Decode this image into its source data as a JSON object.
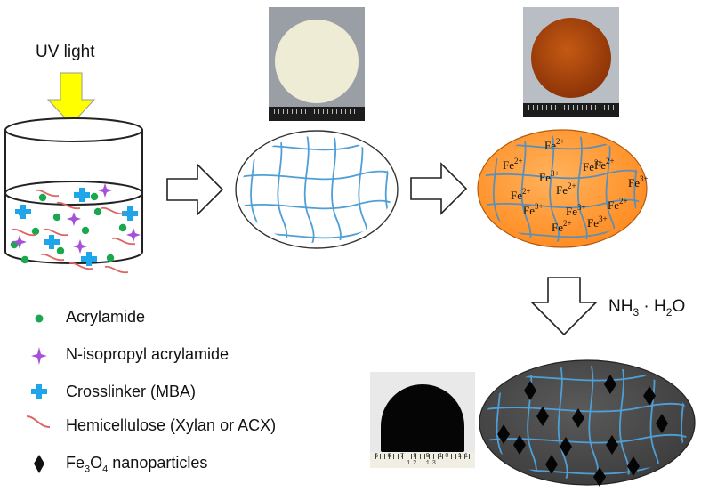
{
  "labels": {
    "uv_light": "UV light",
    "ammonia_main": "NH",
    "ammonia_sub": "3",
    "ammonia_rest": " · H",
    "ammonia_sub2": "2",
    "ammonia_end": "O"
  },
  "legend": [
    {
      "icon": "green-dot",
      "label": "Acrylamide"
    },
    {
      "icon": "purple-star",
      "label": "N-isopropyl acrylamide"
    },
    {
      "icon": "blue-cross",
      "label": "Crosslinker (MBA)"
    },
    {
      "icon": "red-curve",
      "label": "Hemicellulose (Xylan or ACX)"
    },
    {
      "icon": "black-diamond",
      "label_main": "Fe",
      "label_sub1": "3",
      "label_mid": "O",
      "label_sub2": "4",
      "label_rest": " nanoparticles"
    }
  ],
  "ions": {
    "fe2_main": "Fe",
    "fe2_sup": "2+",
    "fe3_main": "Fe",
    "fe3_sup": "3+"
  },
  "ruler": {
    "bottom_numbers": "5 6 7 8 9 10 11 12 13"
  },
  "colors": {
    "uv_arrow": "#ffff00",
    "network_line": "#4f9fd6",
    "orange_gel": "#ff9a3c",
    "grey_gel": "#4a4a4a",
    "acrylamide": "#1aa84f",
    "nipam": "#a64fd8",
    "crosslinker": "#1fa6ea",
    "hemicellulose": "#e06666"
  }
}
